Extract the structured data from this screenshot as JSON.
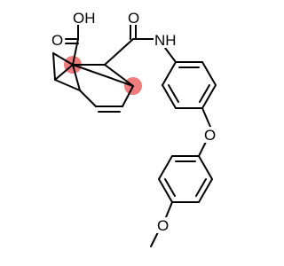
{
  "molecule": {
    "atom_labels": {
      "hydroxyl": "OH",
      "carboxyl_oxygen": "O",
      "amide_oxygen": "O",
      "amide_nh": "NH",
      "ether_oxygen": "O",
      "methoxy_oxygen": "O"
    },
    "colors": {
      "bond": "#000000",
      "highlight": "#f07c7c",
      "background": "#ffffff"
    }
  }
}
